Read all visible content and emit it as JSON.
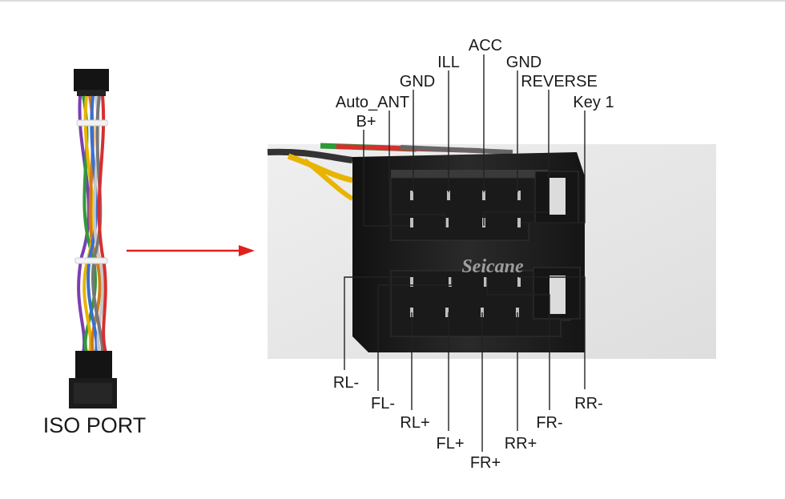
{
  "product_label": "ISO PORT",
  "watermark": "Seicane",
  "colors": {
    "arrow": "#e0201a",
    "connector_body": "#1e1e1e",
    "photo_bg": "#e6e6e6",
    "text": "#1a1a1a"
  },
  "top_pins": [
    "ACC",
    "ILL",
    "GND",
    "GND",
    "REVERSE",
    "Auto_ANT",
    "Key 1",
    "B+"
  ],
  "bottom_pins": [
    "RL-",
    "FL-",
    "RL+",
    "FL+",
    "FR+",
    "RR+",
    "FR-",
    "RR-"
  ]
}
